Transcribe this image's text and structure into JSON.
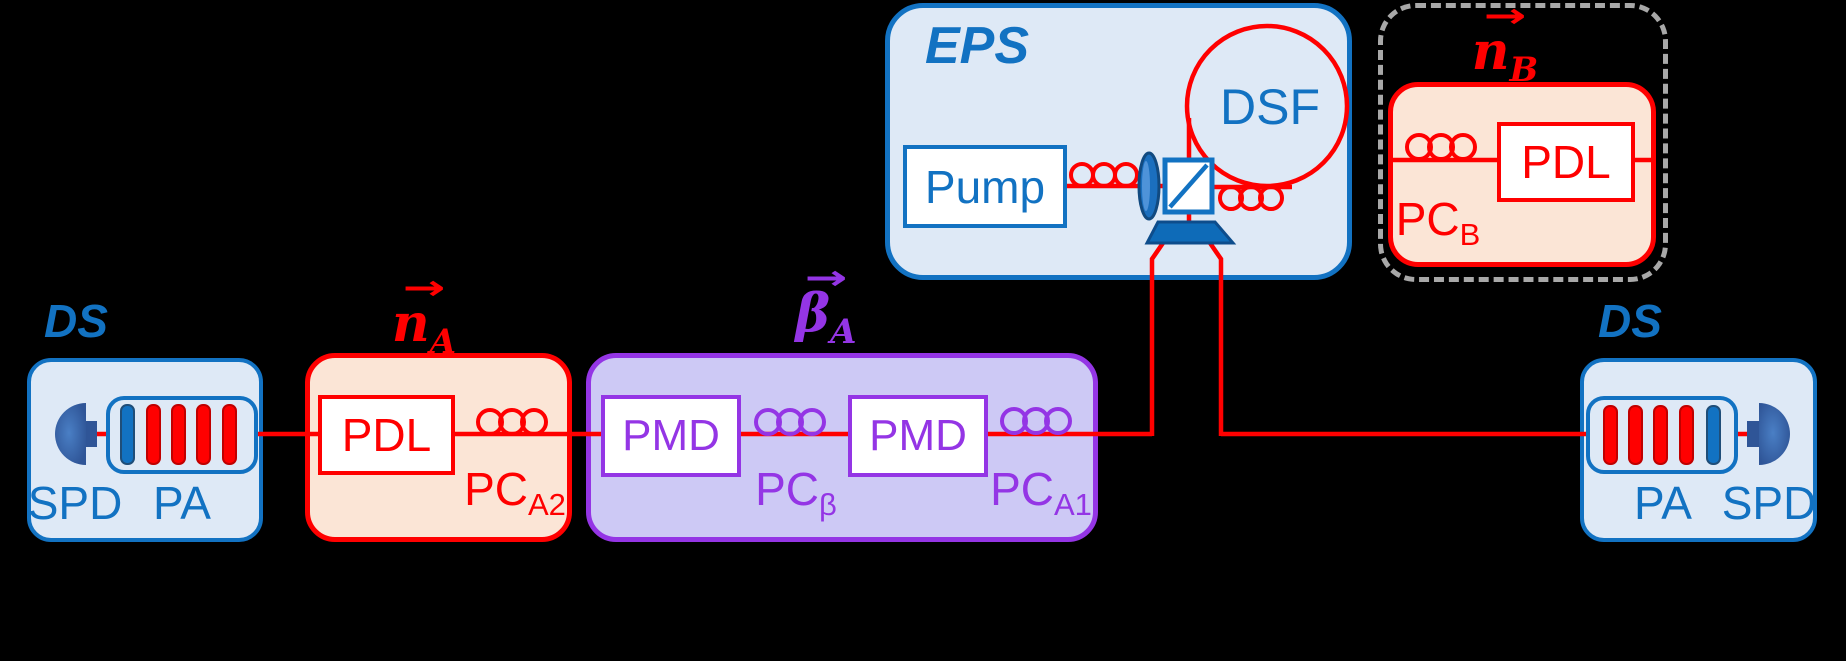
{
  "colors": {
    "blue": "#1272C2",
    "blue_fill": "#DEE9F6",
    "red": "#FF0000",
    "red_fill": "#FBE5D6",
    "purple": "#9435E5",
    "purple_fill": "#CDC9F5",
    "gray_dash": "#A8A8A8",
    "dark_blue": "#2F5597"
  },
  "glyphs": {
    "vector_arrow": "→"
  },
  "regions": {
    "ds_left": {
      "label": "DS"
    },
    "ds_right": {
      "label": "DS"
    },
    "eps": {
      "label": "EPS"
    },
    "na": {
      "vector_base": "n",
      "vector_sub": "A"
    },
    "beta": {
      "vector_base": "β",
      "vector_sub": "A"
    },
    "nb": {
      "vector_base": "n",
      "vector_sub": "B"
    }
  },
  "components": {
    "pump": "Pump",
    "dsf": "DSF",
    "pdl_a": "PDL",
    "pdl_b": "PDL",
    "pmd_1": "PMD",
    "pmd_2": "PMD",
    "spd_left": "SPD",
    "pa_left": "PA",
    "pa_right": "PA",
    "spd_right": "SPD",
    "pc_a2": {
      "base": "PC",
      "sub": "A2"
    },
    "pc_beta": {
      "base": "PC",
      "sub": "β"
    },
    "pc_a1": {
      "base": "PC",
      "sub": "A1"
    },
    "pc_b": {
      "base": "PC",
      "sub": "B"
    }
  }
}
